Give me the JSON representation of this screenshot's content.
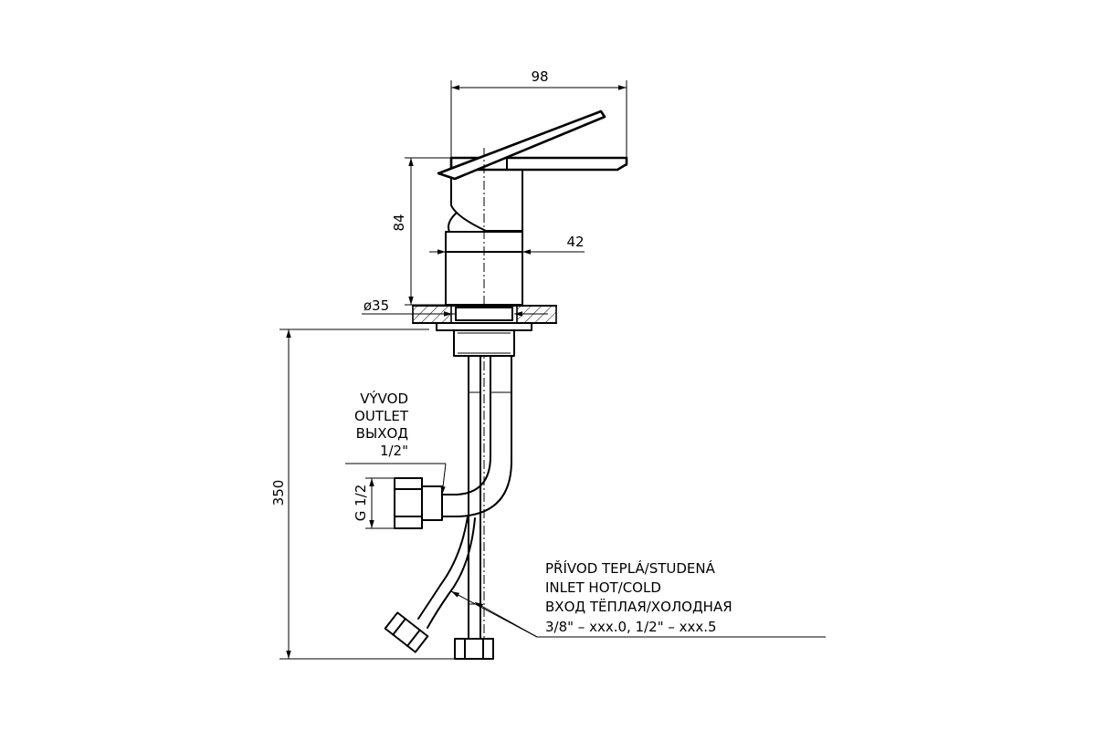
{
  "dimensions": {
    "width_top": "98",
    "height_body": "84",
    "body_diameter": "42",
    "hole_diameter": "ø35",
    "total_height": "350",
    "outlet_thread": "G 1/2"
  },
  "outlet_label": {
    "line1": "VÝVOD",
    "line2": "OUTLET",
    "line3": "ВЫХОД",
    "line4": "1/2\""
  },
  "inlet_label": {
    "line1": "PŘÍVOD TEPLÁ/STUDENÁ",
    "line2": "INLET HOT/COLD",
    "line3": "ВХОД ТЁПЛАЯ/ХОЛОДНАЯ",
    "line4": "3/8\" – xxx.0, 1/2\" – xxx.5"
  }
}
